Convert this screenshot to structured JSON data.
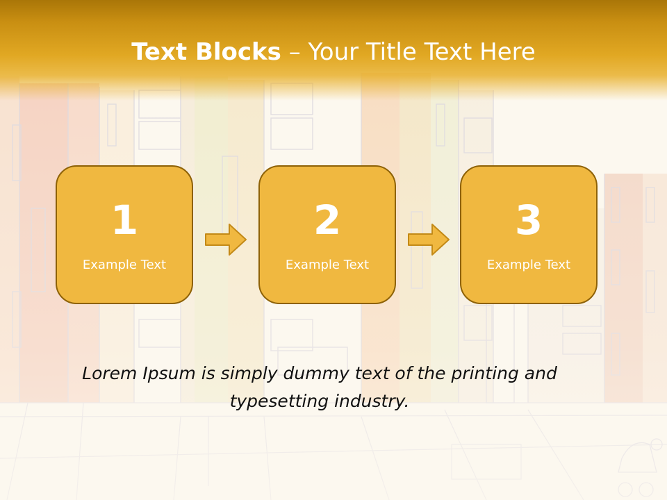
{
  "title": {
    "bold": "Text Blocks",
    "separator": " – ",
    "rest": "Your Title Text Here"
  },
  "blocks": [
    {
      "number": "1",
      "label": "Example Text"
    },
    {
      "number": "2",
      "label": "Example Text"
    },
    {
      "number": "3",
      "label": "Example Text"
    }
  ],
  "caption": "Lorem Ipsum is simply dummy text of the printing and typesetting industry.",
  "colors": {
    "title_bar": "#d99c1a",
    "block_fill": "#f0b840",
    "block_border": "#8e6207",
    "arrow_fill": "#f0b840",
    "text_light": "#ffffff",
    "text_dark": "#111111"
  },
  "background": "faded architectural sketch of colorful apartment buildings"
}
